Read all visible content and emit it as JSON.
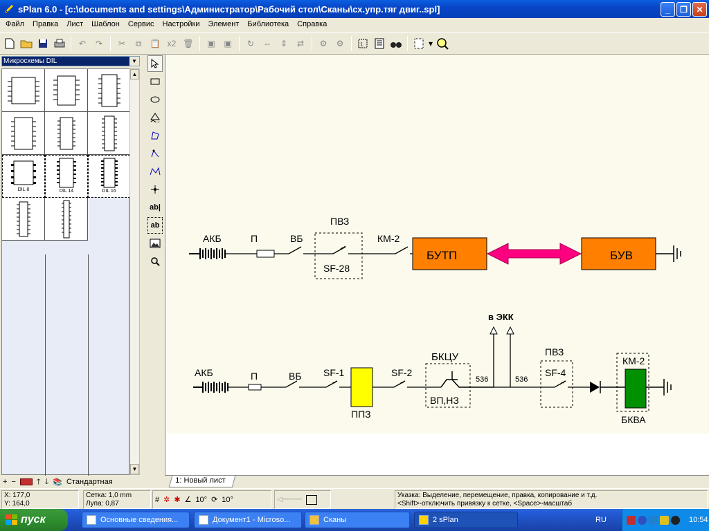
{
  "window": {
    "title": "sPlan 6.0 - [c:\\documents and settings\\Администратор\\Рабочий стол\\Сканы\\сх.упр.тяг двиг..spl]"
  },
  "menu": [
    "Файл",
    "Правка",
    "Лист",
    "Шаблон",
    "Сервис",
    "Настройки",
    "Элемент",
    "Библиотека",
    "Справка"
  ],
  "toolbar": {
    "duplicate_label": "x2"
  },
  "library": {
    "selected": "Микросхемы DIL",
    "cell_labels": [
      "DIL 8",
      "DIL 14",
      "DIL 16"
    ],
    "tab_label": "Стандартная"
  },
  "vertical_tools": {
    "text_tool_1": "ab|",
    "text_tool_2": "ab"
  },
  "sheet": {
    "tab_label": "1: Новый лист"
  },
  "schematic": {
    "row1": {
      "akb": "АКБ",
      "fuse": "П",
      "switch_vb": "ВБ",
      "pvz": "ПВЗ",
      "sf": "SF-28",
      "km": "КМ-2",
      "butp": "БУТП",
      "buv": "БУВ"
    },
    "row2": {
      "akb": "АКБ",
      "fuse": "П",
      "switch_vb": "ВБ",
      "sf1": "SF-1",
      "ppz": "ППЗ",
      "sf2": "SF-2",
      "bkcu": "БКЦУ",
      "vp_nz": "ВП,НЗ",
      "wire1": "536",
      "wire2": "536",
      "to_ekk": "в ЭКК",
      "pvz": "ПВЗ",
      "sf4": "SF-4",
      "km": "КМ-2",
      "bkva": "БКВА"
    },
    "colors": {
      "orange": "#ff8000",
      "magenta": "#ff0080",
      "yellow": "#ffff00",
      "green": "#009000"
    }
  },
  "status": {
    "x": "X: 177,0",
    "y": "Y: 164,0",
    "grid": "Сетка:  1,0 mm",
    "zoom": "Лупа:   0,87",
    "angle1": "10°",
    "angle2": "10°",
    "hint1": "Указка: Выделение, перемещение, правка, копирование и т.д.",
    "hint2": "<Shift>-отключить привязку к сетке, <Space>-масштаб"
  },
  "taskbar": {
    "start": "пуск",
    "tasks": [
      "Основные сведения...",
      "Документ1 - Microso...",
      "Сканы",
      "2 sPlan"
    ],
    "lang": "RU",
    "clock": "10:54"
  }
}
